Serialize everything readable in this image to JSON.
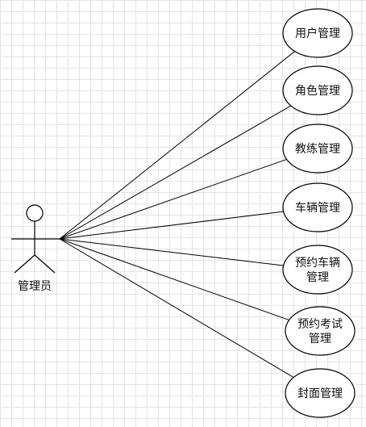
{
  "actor": {
    "label": "管理员"
  },
  "use_cases": [
    {
      "lines": [
        "用户管理"
      ]
    },
    {
      "lines": [
        "角色管理"
      ]
    },
    {
      "lines": [
        "教练管理"
      ]
    },
    {
      "lines": [
        "车辆管理"
      ]
    },
    {
      "lines": [
        "预约车辆",
        "管理"
      ]
    },
    {
      "lines": [
        "预约考试",
        "管理"
      ]
    },
    {
      "lines": [
        "封面管理"
      ]
    }
  ]
}
